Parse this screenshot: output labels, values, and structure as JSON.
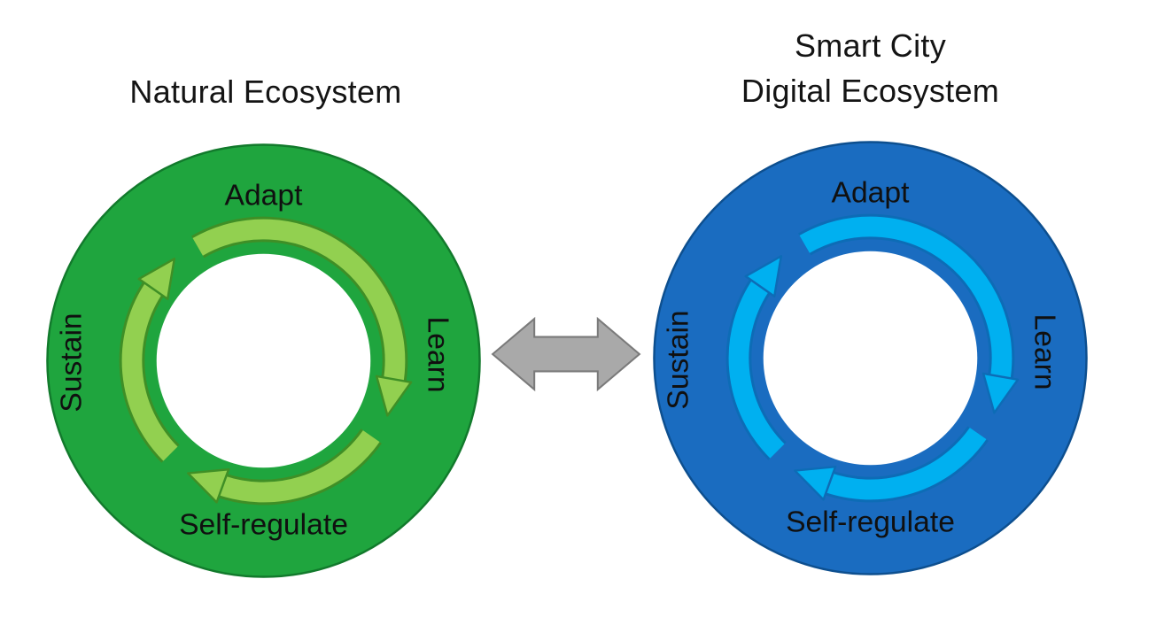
{
  "page": {
    "background": "#ffffff"
  },
  "left_diagram": {
    "title": "Natural Ecosystem",
    "circle_color": "#1fa53e",
    "circle_outline": "#127a2c",
    "arrow_color": "#92d050",
    "arrow_outline": "#3f8f26",
    "labels": {
      "top": "Adapt",
      "right": "Learn",
      "bottom": "Self-regulate",
      "left": "Sustain"
    }
  },
  "right_diagram": {
    "title_line1": "Smart City",
    "title_line2": "Digital Ecosystem",
    "circle_color": "#1a6cc0",
    "circle_outline": "#0d4f8f",
    "arrow_color": "#00b0f0",
    "arrow_outline": "#0d6cb6",
    "labels": {
      "top": "Adapt",
      "right": "Learn",
      "bottom": "Self-regulate",
      "left": "Sustain"
    }
  },
  "connector": {
    "name": "bidirectional-arrow",
    "fill": "#a9a9a9",
    "outline": "#7a7a7a"
  }
}
